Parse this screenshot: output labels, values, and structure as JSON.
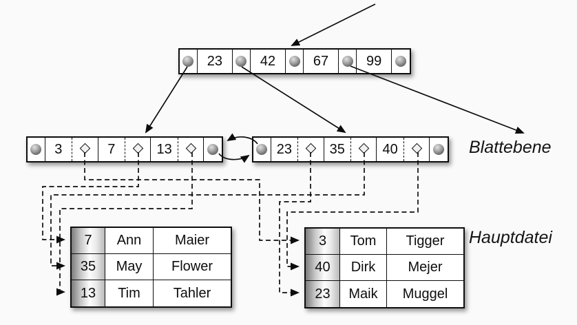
{
  "root_node": {
    "keys": [
      "23",
      "42",
      "67",
      "99"
    ]
  },
  "leaf_level": {
    "label": "Blattebene",
    "left_leaf": {
      "keys": [
        "3",
        "7",
        "13"
      ]
    },
    "right_leaf": {
      "keys": [
        "23",
        "35",
        "40"
      ]
    }
  },
  "main_file": {
    "label": "Hauptdatei",
    "left_table": {
      "rows": [
        [
          "7",
          "Ann",
          "Maier"
        ],
        [
          "35",
          "May",
          "Flower"
        ],
        [
          "13",
          "Tim",
          "Tahler"
        ]
      ]
    },
    "right_table": {
      "rows": [
        [
          "3",
          "Tom",
          "Tigger"
        ],
        [
          "40",
          "Dirk",
          "Mejer"
        ],
        [
          "23",
          "Maik",
          "Muggel"
        ]
      ]
    }
  },
  "icons": {
    "pointer_circle": "●",
    "record_pointer_diamond": "◇"
  },
  "colors": {
    "background": "#fafafa",
    "line": "#0d0d0d",
    "node_fill": "#ffffff",
    "key_column_shade": "#7c7c7c"
  }
}
